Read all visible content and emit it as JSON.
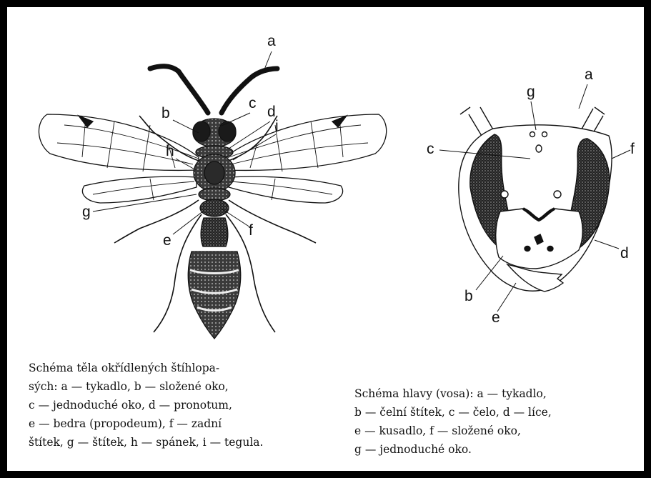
{
  "wasp_figure": {
    "labels": {
      "a": "a",
      "b": "b",
      "c": "c",
      "d": "d",
      "i": "i",
      "h": "h",
      "g": "g",
      "e": "e",
      "f": "f"
    },
    "caption_lines": [
      "Schéma těla okřídlených štíhlopa-",
      "sých: a — tykadlo, b — složené oko,",
      "c — jednoduché oko, d — pronotum,",
      "e — bedra (propodeum), f — zadní",
      "štítek, g — štítek, h — spánek, i — tegula."
    ]
  },
  "head_figure": {
    "labels": {
      "g": "g",
      "a": "a",
      "c": "c",
      "f": "f",
      "d": "d",
      "b": "b",
      "e": "e"
    },
    "caption_lines": [
      "Schéma hlavy (vosa): a — tykadlo,",
      "b — čelní štítek, c — čelo, d — líce,",
      "e — kusadlo, f — složené oko,",
      "g — jednoduché oko."
    ]
  },
  "colors": {
    "border": "#000000",
    "paper": "#ffffff",
    "ink": "#111111"
  }
}
